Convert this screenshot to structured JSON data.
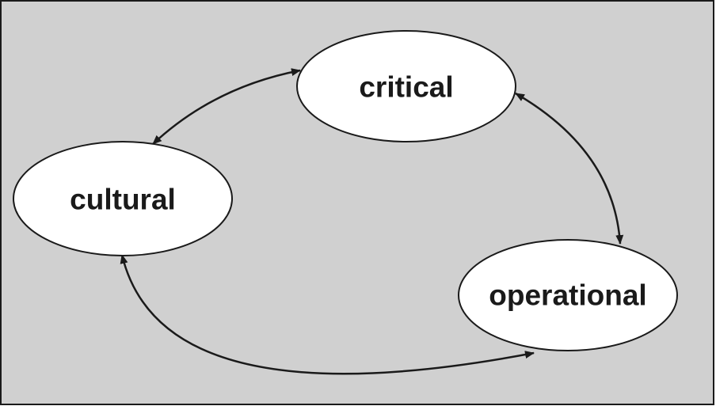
{
  "diagram": {
    "background_color": "#d0d0d0",
    "node_fill": "#ffffff",
    "stroke_color": "#1a1a1a",
    "nodes": [
      {
        "id": "critical",
        "label": "critical"
      },
      {
        "id": "cultural",
        "label": "cultural"
      },
      {
        "id": "operational",
        "label": "operational"
      }
    ],
    "edges": [
      {
        "from": "critical",
        "to": "cultural",
        "direction": "both"
      },
      {
        "from": "critical",
        "to": "operational",
        "direction": "both"
      },
      {
        "from": "cultural",
        "to": "operational",
        "direction": "both"
      }
    ]
  }
}
